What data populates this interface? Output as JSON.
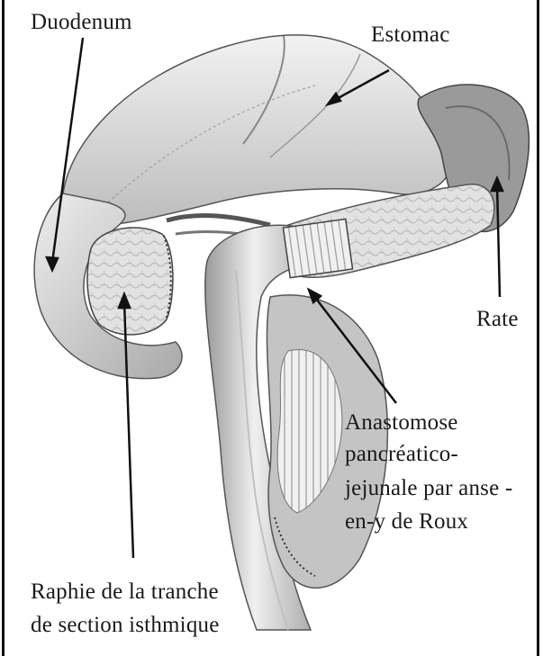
{
  "labels": {
    "duodenum": "Duodenum",
    "estomac": "Estomac",
    "rate": "Rate",
    "anastomose_1": "Anastomose",
    "anastomose_2": "pancréatico-",
    "anastomose_3": "jejunale par anse -",
    "anastomose_4": "en-y de Roux",
    "raphie_1": "Raphie de la tranche",
    "raphie_2": "de section isthmique"
  },
  "colors": {
    "line": "#111111",
    "tissue_light": "#e6e6e6",
    "tissue_mid": "#bdbdbd",
    "tissue_dark": "#7a7a7a"
  }
}
